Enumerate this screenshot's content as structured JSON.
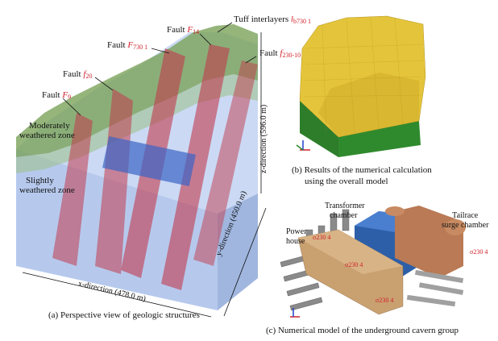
{
  "panel_a": {
    "faults": [
      {
        "prefix": "Fault ",
        "italic": "F",
        "sub": "9"
      },
      {
        "prefix": "Fault ",
        "italic": "f",
        "sub": "20"
      },
      {
        "prefix": "Fault ",
        "italic": "F",
        "sub": "730 1"
      },
      {
        "prefix": "Fault ",
        "italic": "F",
        "sub": "14"
      },
      {
        "prefix": "Fault ",
        "italic": "f",
        "sub": "230-10"
      }
    ],
    "tuff_label": "Tuff interlayers ",
    "tuff_italic": "l",
    "tuff_sub": "b730 1",
    "zone_moderate": [
      "Moderately",
      "weathered zone"
    ],
    "zone_slight": [
      "Slightly",
      "weathered zone"
    ],
    "x_direction": "x-direction (478.0 m)",
    "y_direction": "y-direction (450.0 m)",
    "z_direction": "z-direction (596.0 m)",
    "caption": "(a) Perspective view of geologic structures"
  },
  "panel_b": {
    "caption_line1": "(b) Results of the numerical calculation",
    "caption_line2": "using the overall model"
  },
  "panel_c": {
    "power_house": [
      "Power",
      "house"
    ],
    "transformer": [
      "Transformer",
      "chamber"
    ],
    "tailrace": [
      "Tailrace",
      "surge chamber"
    ],
    "stress_labels": [
      "σ230 4",
      "σ230 4",
      "σ230 4",
      "σ230 4"
    ],
    "caption": "(c) Numerical model of the underground cavern group"
  },
  "colors": {
    "fault_red": "#d0202a",
    "box_blue": "#9cb6e6",
    "weathered_green": "#6f9a4a",
    "mesh_yellow": "#e0c23a",
    "mesh_green": "#2e7d2b",
    "cavern_tan": "#c8a070",
    "cavern_blue": "#2d5fa8",
    "cavern_rust": "#b06a48"
  }
}
